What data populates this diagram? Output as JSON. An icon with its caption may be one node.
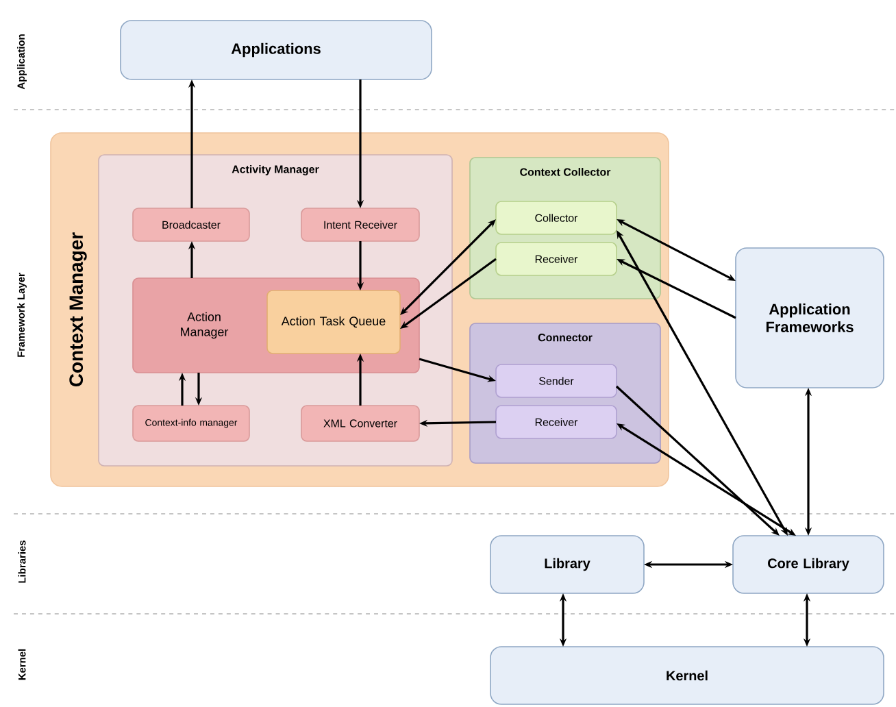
{
  "diagram": {
    "nodes": [
      {
        "text": [
          "Applications"
        ]
      },
      {
        "text": [
          "Context Manager"
        ]
      },
      {
        "text": [
          "Activity Manager"
        ],
        "in": 1
      },
      {
        "text": [
          "Broadcaster"
        ],
        "in": 2
      },
      {
        "text": [
          "Intent Receiver"
        ],
        "in": 2
      },
      {
        "text": [
          "Action Manager"
        ],
        "in": 2
      },
      {
        "text": [
          "Action Task Queue"
        ],
        "in": 5
      },
      {
        "text": [
          "Context-info manager"
        ],
        "in": 2
      },
      {
        "text": [
          "XML Converter"
        ],
        "in": 2
      },
      {
        "text": [
          "Context Collector"
        ],
        "in": 1
      },
      {
        "text": [
          "Collector"
        ],
        "in": 9
      },
      {
        "text": [
          "Receiver"
        ],
        "in": 9
      },
      {
        "text": [
          "Connector"
        ],
        "in": 1
      },
      {
        "text": [
          "Sender"
        ],
        "in": 12
      },
      {
        "text": [
          "Receiver"
        ],
        "in": 12
      },
      {
        "text": [
          "Application Frameworks"
        ]
      },
      {
        "text": [
          "Library"
        ]
      },
      {
        "text": [
          "Core Library"
        ]
      },
      {
        "text": [
          "Kernel"
        ]
      }
    ],
    "edges": [
      {
        "from": 3,
        "to": 0,
        "arrow": "to"
      },
      {
        "from": 0,
        "to": 4,
        "arrow": "to"
      },
      {
        "from": 5,
        "to": 3,
        "arrow": "to"
      },
      {
        "from": 4,
        "to": 6,
        "arrow": "to"
      },
      {
        "from": 10,
        "to": 6,
        "arrow": "both"
      },
      {
        "from": 11,
        "to": 6,
        "arrow": "to"
      },
      {
        "from": 5,
        "to": 13,
        "arrow": "to"
      },
      {
        "from": 14,
        "to": 8,
        "arrow": "to"
      },
      {
        "from": 8,
        "to": 6,
        "arrow": "to"
      },
      {
        "from": 7,
        "to": 5,
        "arrow": "to"
      },
      {
        "from": 5,
        "to": 7,
        "arrow": "to"
      },
      {
        "from": 10,
        "to": 15,
        "arrow": "both"
      },
      {
        "from": 15,
        "to": 11,
        "arrow": "to"
      },
      {
        "from": 10,
        "to": 17,
        "arrow": "both"
      },
      {
        "from": 13,
        "to": 17,
        "arrow": "to"
      },
      {
        "from": 17,
        "to": 14,
        "arrow": "both"
      },
      {
        "from": 15,
        "to": 17,
        "arrow": "both"
      },
      {
        "from": 16,
        "to": 17,
        "arrow": "both"
      },
      {
        "from": 16,
        "to": 18,
        "arrow": "both"
      },
      {
        "from": 17,
        "to": 18,
        "arrow": "both"
      }
    ],
    "labels": [
      "Application",
      "Framework Layer",
      "Libraries",
      "Kernel"
    ]
  }
}
